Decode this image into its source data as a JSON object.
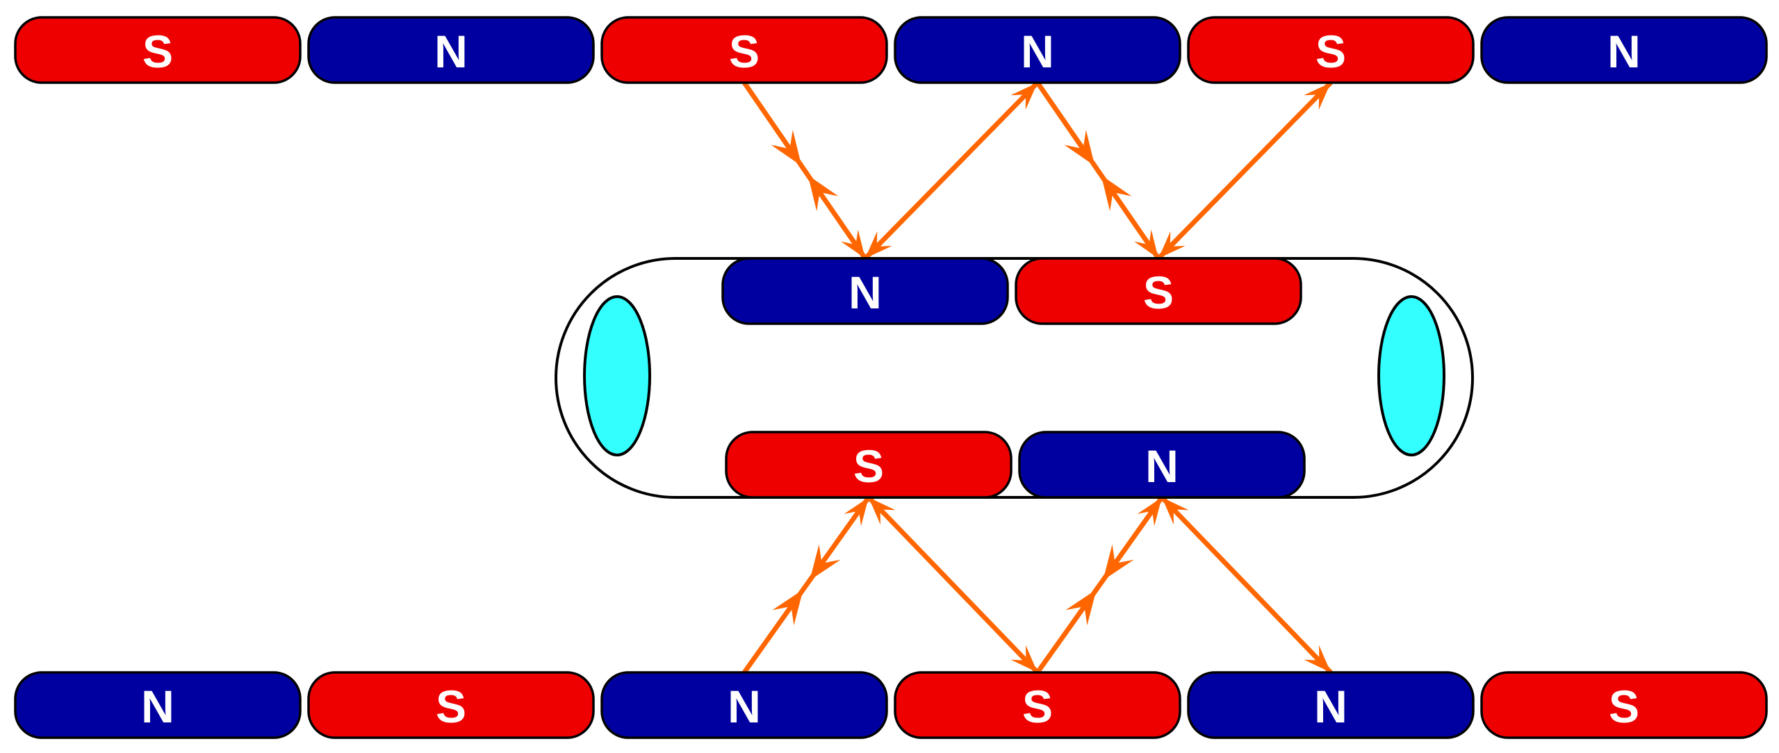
{
  "colors": {
    "south": "#ee0000",
    "north": "#0000a0",
    "force_arrow": "#ff6600",
    "wheel": "#33ffff",
    "outline": "#000000"
  },
  "top_track": [
    "S",
    "N",
    "S",
    "N",
    "S",
    "N"
  ],
  "vehicle_top": [
    "N",
    "S"
  ],
  "vehicle_bottom": [
    "S",
    "N"
  ],
  "bottom_track": [
    "N",
    "S",
    "N",
    "S",
    "N",
    "S"
  ],
  "force_arrows": [
    {
      "from": "vehicle-top-0",
      "to": "top-track-2",
      "kind": "repel"
    },
    {
      "from": "vehicle-top-0",
      "to": "top-track-3",
      "kind": "attract"
    },
    {
      "from": "vehicle-top-1",
      "to": "top-track-3",
      "kind": "repel"
    },
    {
      "from": "vehicle-top-1",
      "to": "top-track-4",
      "kind": "attract"
    },
    {
      "from": "vehicle-bottom-0",
      "to": "bottom-track-2",
      "kind": "repel"
    },
    {
      "from": "vehicle-bottom-0",
      "to": "bottom-track-3",
      "kind": "attract"
    },
    {
      "from": "vehicle-bottom-1",
      "to": "bottom-track-3",
      "kind": "repel"
    },
    {
      "from": "vehicle-bottom-1",
      "to": "bottom-track-4",
      "kind": "attract"
    }
  ]
}
